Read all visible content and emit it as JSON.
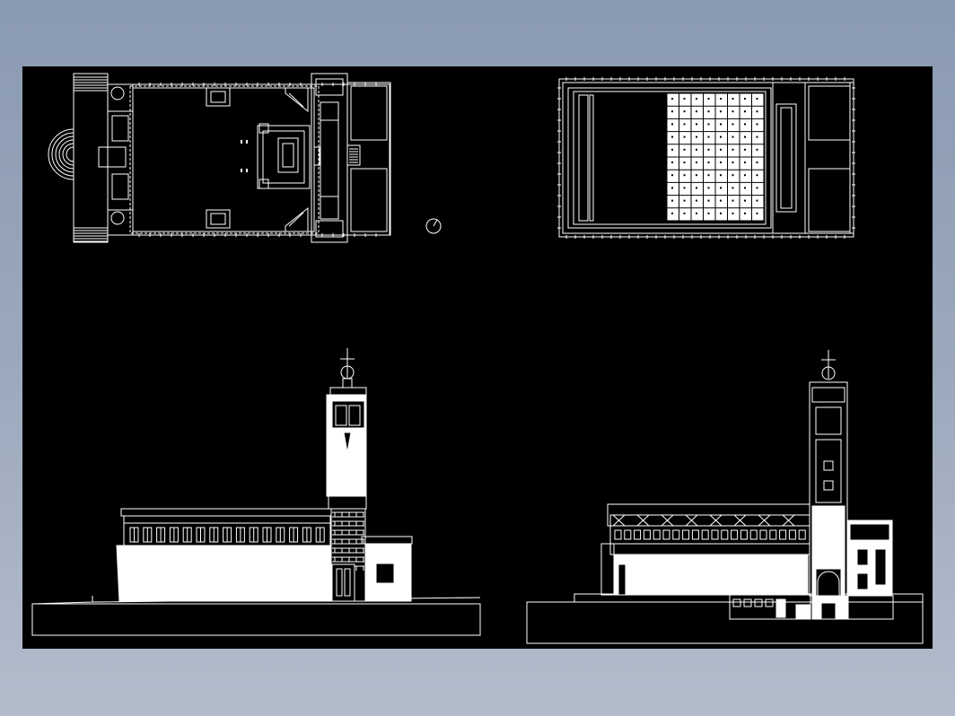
{
  "app": {
    "background_top": "#8a9ab2",
    "background_bottom": "#b3bccb",
    "canvas_color": "#000000",
    "line_color": "#ffffff"
  },
  "drawings": [
    {
      "name": "floor-plan-ground",
      "kind": "plan"
    },
    {
      "name": "reflected-ceiling-plan",
      "kind": "plan"
    },
    {
      "name": "side-elevation",
      "kind": "elevation"
    },
    {
      "name": "longitudinal-section",
      "kind": "section"
    }
  ],
  "symbols": {
    "north-arrow": "north-arrow-icon"
  }
}
